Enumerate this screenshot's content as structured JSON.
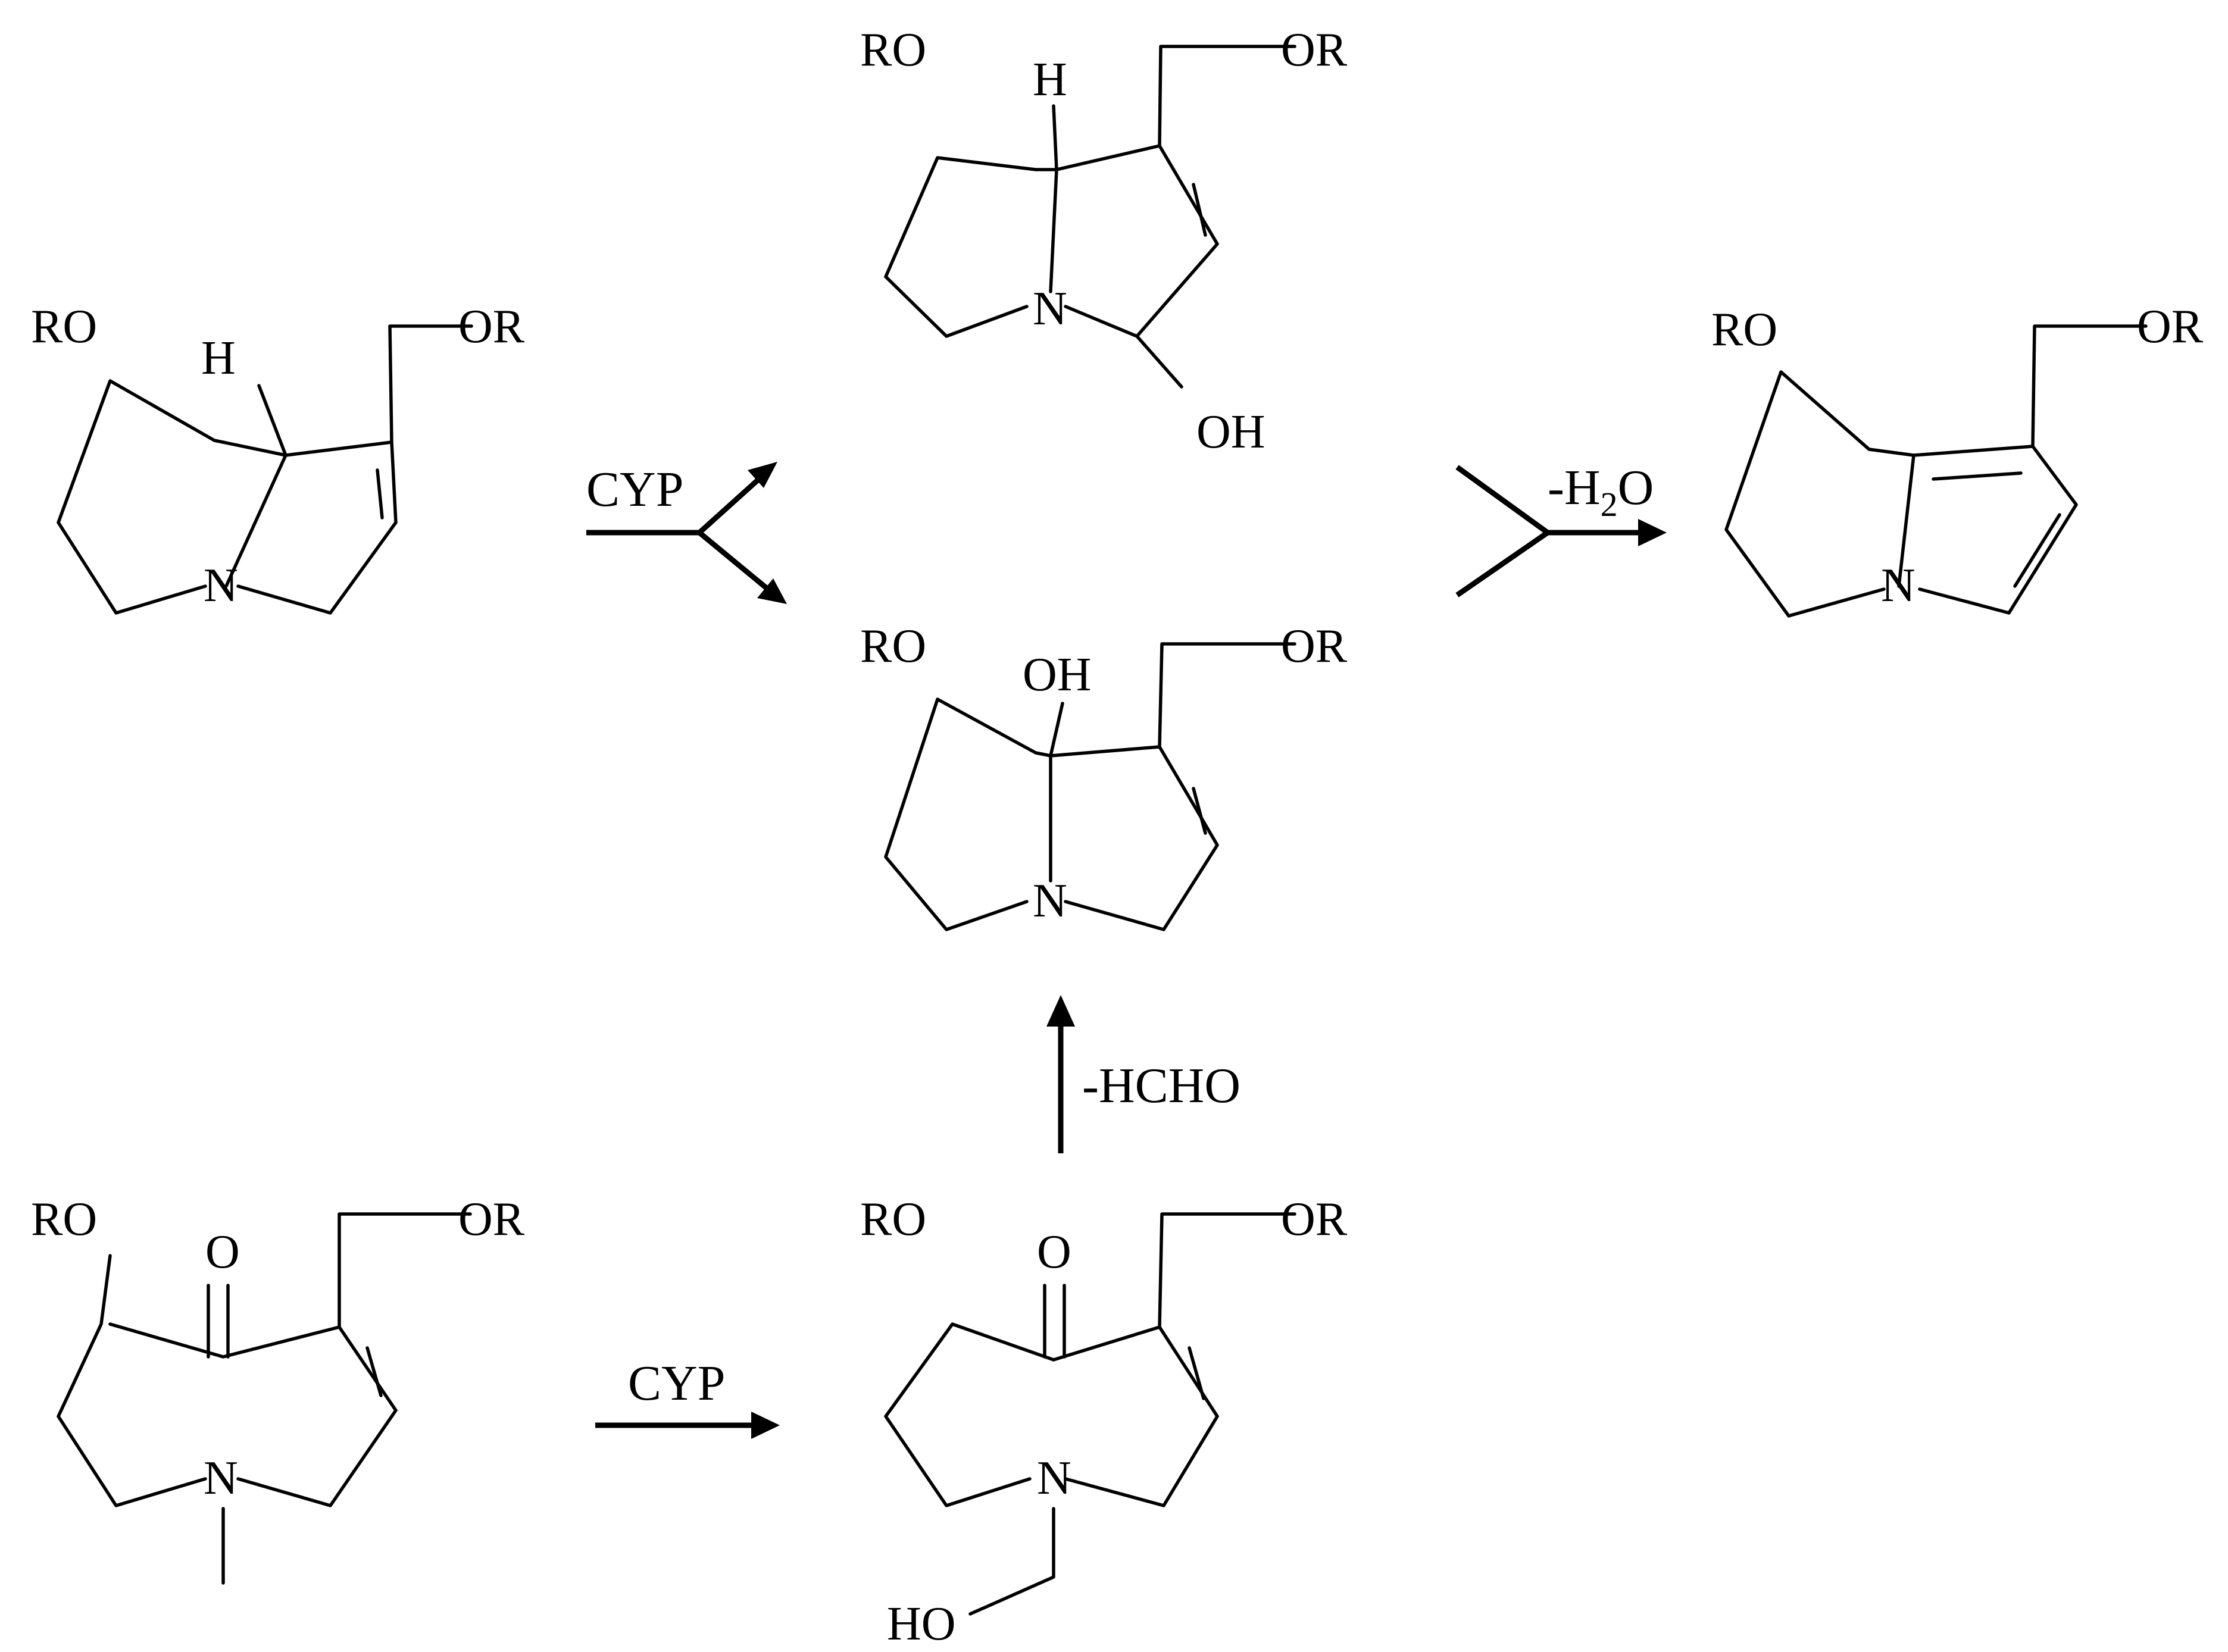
{
  "colors": {
    "stroke": "#000000",
    "background": "#ffffff"
  },
  "atoms": {
    "ro": "RO",
    "or": "OR",
    "h": "H",
    "n": "N",
    "oh": "OH",
    "o": "O",
    "ho": "HO"
  },
  "reagents": {
    "cyp_top": "CYP",
    "cyp_bottom": "CYP",
    "minus_hcho": "-HCHO",
    "minus_h2o": {
      "prefix": "-H",
      "subscript": "2",
      "suffix": "O"
    }
  },
  "structures": [
    {
      "id": "retronecine-ester",
      "substituents": [
        "RO",
        "H",
        "OR",
        "N"
      ]
    },
    {
      "id": "3-hydroxy-dehydro",
      "substituents": [
        "RO",
        "H",
        "OR",
        "N",
        "OH"
      ]
    },
    {
      "id": "8-hydroxy-retronecine",
      "substituents": [
        "RO",
        "OH",
        "OR",
        "N"
      ]
    },
    {
      "id": "dehydropyrrolizine",
      "substituents": [
        "RO",
        "OR",
        "N"
      ]
    },
    {
      "id": "otonecine-ester",
      "substituents": [
        "RO",
        "O",
        "OR",
        "N"
      ]
    },
    {
      "id": "n-hydroxymethyl-otonecine",
      "substituents": [
        "RO",
        "O",
        "OR",
        "N",
        "HO"
      ]
    }
  ]
}
